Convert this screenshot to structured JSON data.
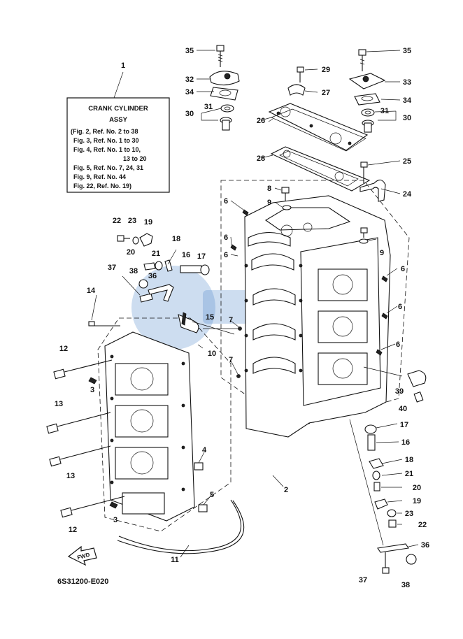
{
  "info_box": {
    "ref_number": "1",
    "title_line1": "CRANK CYLINDER",
    "title_line2": "ASSY",
    "refs": [
      "(Fig. 2, Ref. No. 2 to 38",
      "Fig. 3, Ref. No. 1 to 30",
      "Fig. 4, Ref. No. 1 to 10,",
      "13 to 20",
      "Fig. 5, Ref. No. 7, 24, 31",
      "Fig. 9, Ref. No. 44",
      "Fig. 22, Ref. No. 19)"
    ]
  },
  "callouts": [
    "35",
    "32",
    "34",
    "31",
    "30",
    "29",
    "27",
    "26",
    "28",
    "35",
    "33",
    "34",
    "31",
    "30",
    "25",
    "24",
    "8",
    "9",
    "6",
    "6",
    "6",
    "9",
    "6",
    "6",
    "6",
    "22",
    "23",
    "19",
    "18",
    "20",
    "21",
    "16",
    "17",
    "37",
    "38",
    "36",
    "14",
    "15",
    "7",
    "7",
    "10",
    "12",
    "3",
    "13",
    "4",
    "13",
    "5",
    "3",
    "12",
    "2",
    "11",
    "39",
    "40",
    "17",
    "16",
    "18",
    "21",
    "20",
    "19",
    "23",
    "22",
    "36",
    "37",
    "38"
  ],
  "fwd_label": "FWD",
  "diagram_code": "6S31200-E020",
  "colors": {
    "ink": "#111111",
    "watermark": "#4a86c8"
  }
}
